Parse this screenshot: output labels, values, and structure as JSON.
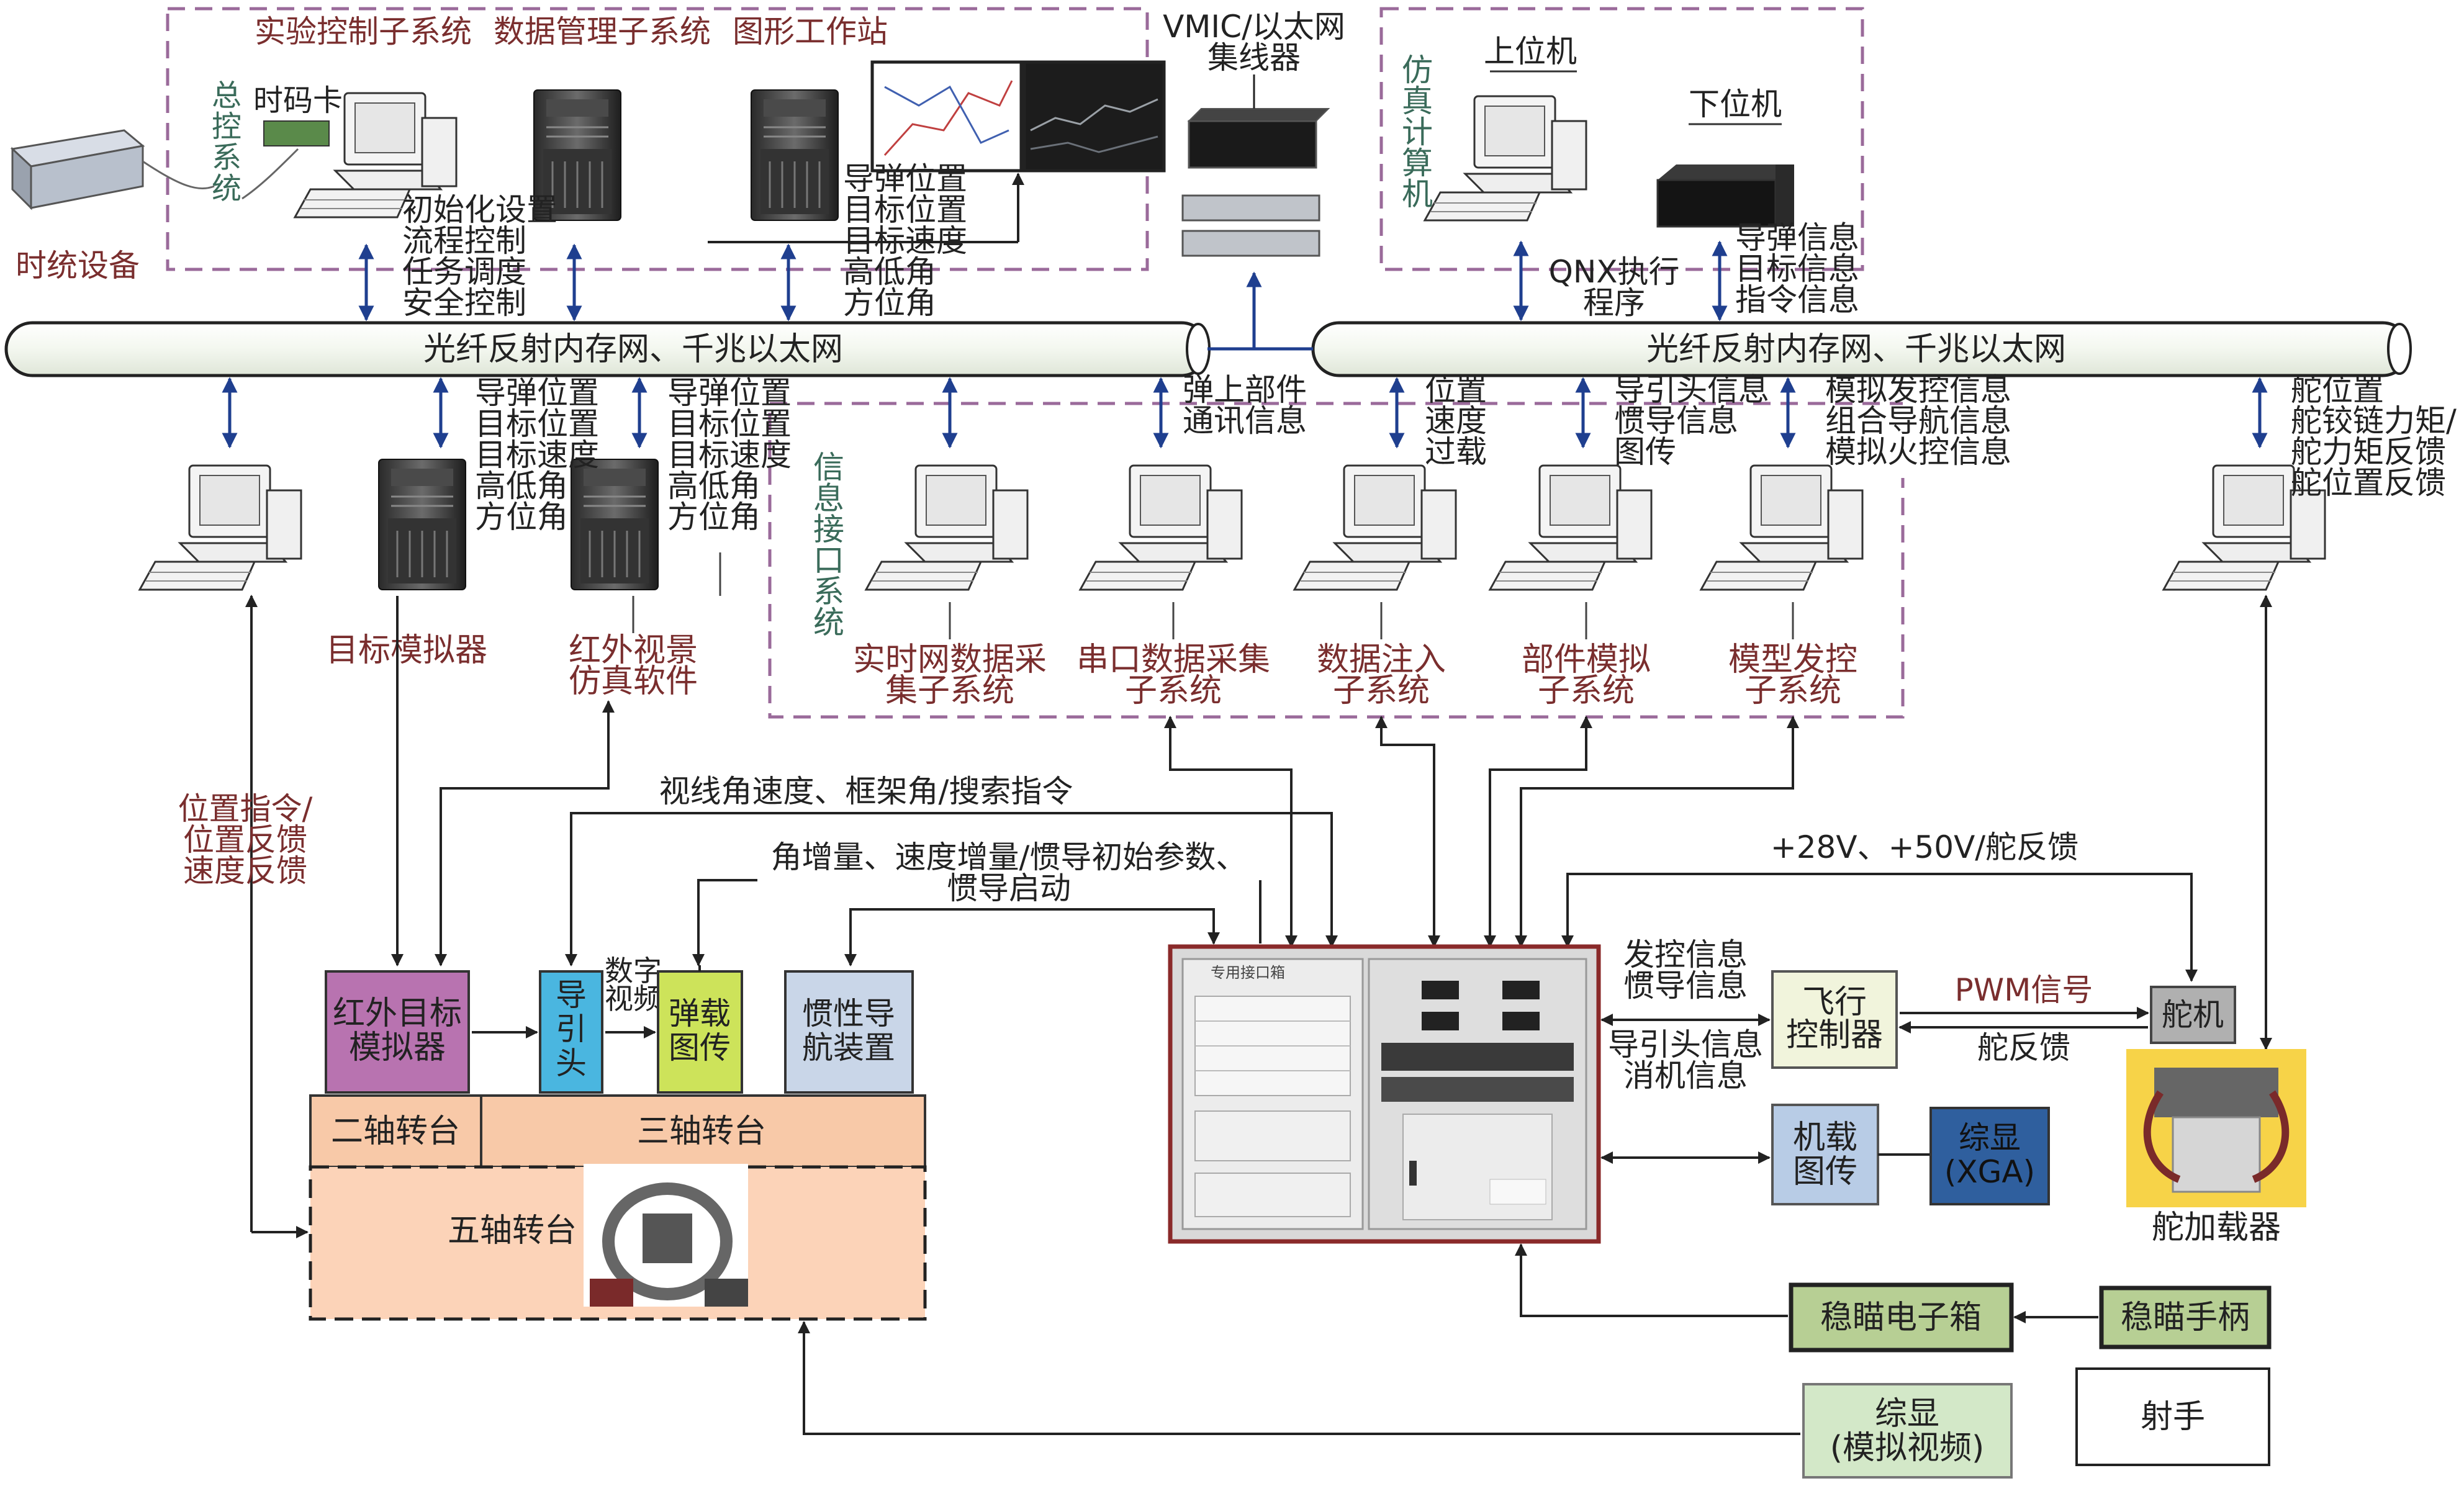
{
  "colors": {
    "arrow_blue": "#1f3f8f",
    "line_dark": "#222222",
    "label_red": "#7a2e2e",
    "label_green": "#3a6b5a",
    "dashed_purple": "#9a6a9a",
    "ir_target": "#b873b0",
    "seeker": "#4ab6e0",
    "image_bay": "#cde35a",
    "inertial": "#c9d6e8",
    "turntable": "#f8c9a8",
    "flight_ctrl": "#f1f4dc",
    "servo": "#b0b0b0",
    "image_box": "#b8cce6",
    "display_xga": "#2f5f9e",
    "stab_box": "#b7cf94",
    "display_analog": "#d3e8c8",
    "cabinet_border": "#8a2a2a"
  },
  "top_system": {
    "sub_exp": "实验控制子系统",
    "sub_data": "数据管理子系统",
    "sub_graph": "图形工作站",
    "master_lines": [
      "总",
      "控",
      "系",
      "统"
    ],
    "timecode": "时码卡",
    "time_device": "时统设备",
    "init_lines": [
      "初始化设置",
      "流程控制",
      "任务调度",
      "安全控制"
    ],
    "graph_lines": [
      "导弹位置",
      "目标位置",
      "目标速度",
      "高低角",
      "方位角"
    ]
  },
  "vmic": {
    "lines": [
      "VMIC/以太网",
      "集线器"
    ]
  },
  "sim_computer": {
    "label_lines": [
      "仿",
      "真",
      "计",
      "算",
      "机"
    ],
    "upper": "上位机",
    "lower": "下位机",
    "qnx_lines": [
      "QNX执行",
      "程序"
    ],
    "info_lines": [
      "导弹信息",
      "目标信息",
      "指令信息"
    ]
  },
  "network": {
    "left": "光纤反射内存网、千兆以太网",
    "right": "光纤反射内存网、千兆以太网"
  },
  "middle": {
    "target_sim": "目标模拟器",
    "ir_scene_lines": [
      "红外视景",
      "仿真软件"
    ],
    "target_sim_info": [
      "导弹位置",
      "目标位置",
      "目标速度",
      "高低角",
      "方位角"
    ],
    "ir_scene_info": [
      "导弹位置",
      "目标位置",
      "目标速度",
      "高低角",
      "方位角"
    ],
    "iface_label": [
      "信",
      "息",
      "接",
      "口",
      "系",
      "统"
    ],
    "realtime_lines": [
      "实时网数据采",
      "集子系统"
    ],
    "serial_lines": [
      "串口数据采集",
      "子系统"
    ],
    "serial_info": [
      "弹上部件",
      "通讯信息"
    ],
    "inject_lines": [
      "数据注入",
      "子系统"
    ],
    "inject_info": [
      "位置",
      "速度",
      "过载"
    ],
    "part_lines": [
      "部件模拟",
      "子系统"
    ],
    "part_info": [
      "导引头信息",
      "惯导信息",
      "图传"
    ],
    "launch_lines": [
      "模型发控",
      "子系统"
    ],
    "launch_info": [
      "模拟发控信息",
      "组合导航信息",
      "模拟火控信息"
    ],
    "servo_info": [
      "舵位置",
      "舵铰链力矩/",
      "舵力矩反馈",
      "舵位置反馈"
    ]
  },
  "bottom": {
    "pos_cmd_lines": [
      "位置指令/",
      "位置反馈",
      "速度反馈"
    ],
    "los_rate": "视线角速度、框架角/搜索指令",
    "angle_inc_lines": [
      "角增量、速度增量/惯导初始参数、",
      "惯导启动"
    ],
    "ir_target_lines": [
      "红外目标",
      "模拟器"
    ],
    "seeker_lines": [
      "导",
      "引",
      "头"
    ],
    "digital_video_lines": [
      "数字",
      "视频"
    ],
    "image_bay_lines": [
      "弹载",
      "图传"
    ],
    "inertial_lines": [
      "惯性导",
      "航装置"
    ],
    "two_axis": "二轴转台",
    "three_axis": "三轴转台",
    "five_axis": "五轴转台",
    "cabinet_title": "专用接口箱",
    "power": "+28V、+50V/舵反馈",
    "launch_inertial_lines": [
      "发控信息",
      "惯导信息"
    ],
    "seeker_info_lines": [
      "导引头信息",
      "消机信息"
    ],
    "flight_ctrl_lines": [
      "飞行",
      "控制器"
    ],
    "pwm": "PWM信号",
    "servo_feedback": "舵反馈",
    "servo": "舵机",
    "servo_loader": "舵加载器",
    "airborne_img_lines": [
      "机载",
      "图传"
    ],
    "display_xga_lines": [
      "综显",
      "(XGA)"
    ],
    "stab_box": "稳瞄电子箱",
    "stab_handle": "稳瞄手柄",
    "display_analog_lines": [
      "综显",
      "(模拟视频)"
    ],
    "gunner": "射手"
  }
}
